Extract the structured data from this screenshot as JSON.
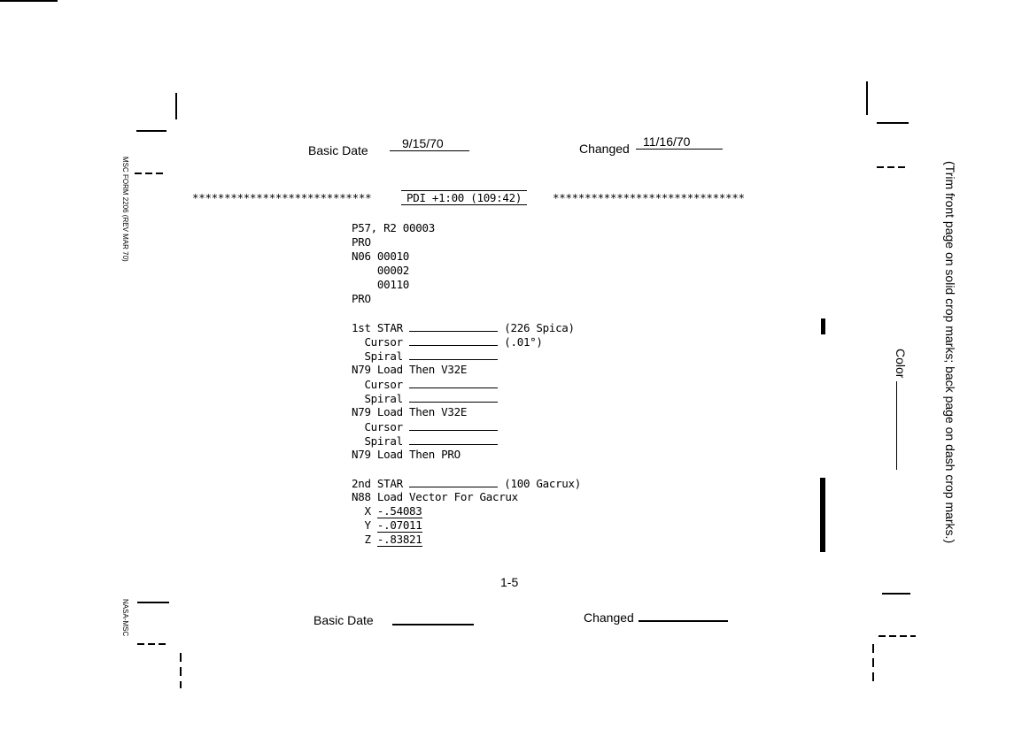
{
  "form_id": "MSC FORM 2206 (REV MAR 70)",
  "agency": "NASA-MSC",
  "trim_note": "(Trim front page on solid crop marks; back page on dash crop marks.)",
  "color_label": "Color",
  "header": {
    "basic_date_label": "Basic Date",
    "basic_date": "9/15/70",
    "changed_label": "Changed",
    "changed": "11/16/70"
  },
  "banner": {
    "stars_left": "****************************",
    "title": "PDI +1:00 (109:42)",
    "stars_right": "******************************"
  },
  "lines": {
    "l1": "P57, R2 00003",
    "l2": "PRO",
    "l3": "N06 00010",
    "l4": "    00002",
    "l5": "    00110",
    "l6": "PRO",
    "star1_label": "1st STAR",
    "star1_note": "(226 Spica)",
    "cursor": "  Cursor",
    "cursor_note": "(.01°)",
    "spiral": "  Spiral",
    "n79_load": "N79 Load",
    "then_v32e": "Then V32E",
    "then_pro": "Then PRO",
    "star2_label": "2nd STAR",
    "star2_note": "(100 Gacrux)",
    "n88_load": "N88 Load",
    "vector_for": "Vector For Gacrux",
    "x_label": "  X",
    "x_val": "-.54083",
    "y_label": "  Y",
    "y_val": "-.07011",
    "z_label": "  Z",
    "z_val": "-.83821"
  },
  "page_number": "1-5",
  "footer": {
    "basic_date_label": "Basic Date",
    "changed_label": "Changed"
  }
}
